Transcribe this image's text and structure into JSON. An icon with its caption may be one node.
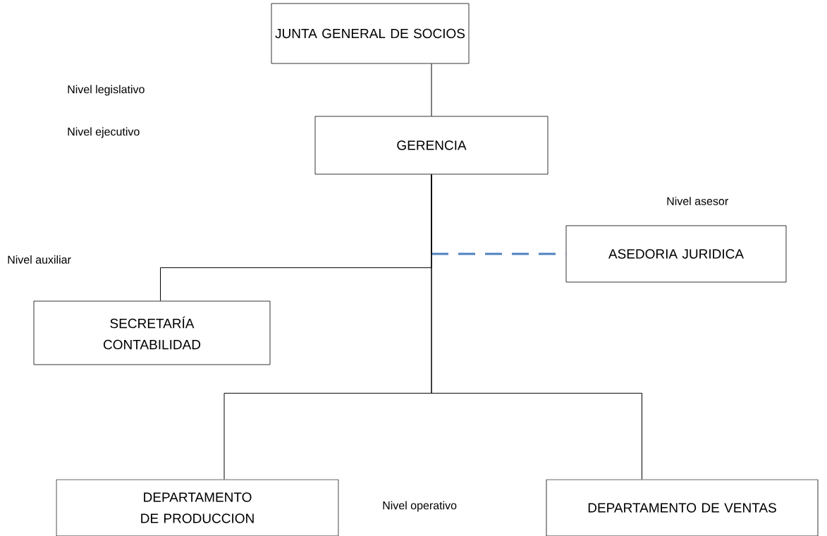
{
  "diagram": {
    "nodes": [
      {
        "text": [
          "JUNTA GENERAL DE SOCIOS"
        ]
      },
      {
        "text": [
          "GERENCIA"
        ]
      },
      {
        "text": [
          "ASEDORIA JURIDICA"
        ]
      },
      {
        "text": [
          "SECRETARÍA CONTABILIDAD"
        ]
      },
      {
        "text": [
          "DEPARTAMENTO DE PRODUCCION"
        ]
      },
      {
        "text": [
          "DEPARTAMENTO DE VENTAS"
        ]
      }
    ],
    "edges": [
      {
        "from": 0,
        "to": 1,
        "arrow": "none"
      },
      {
        "from": 1,
        "to": 2,
        "arrow": "none",
        "style": "dashed",
        "color": "#4f81bd"
      },
      {
        "from": 1,
        "to": 3,
        "arrow": "none"
      },
      {
        "from": 1,
        "to": 4,
        "arrow": "none"
      },
      {
        "from": 1,
        "to": 5,
        "arrow": "none"
      }
    ],
    "labels": [
      "Nivel legislativo",
      "Nivel ejecutivo",
      "Nivel asesor",
      "Nivel auxiliar",
      "Nivel operativo"
    ]
  }
}
